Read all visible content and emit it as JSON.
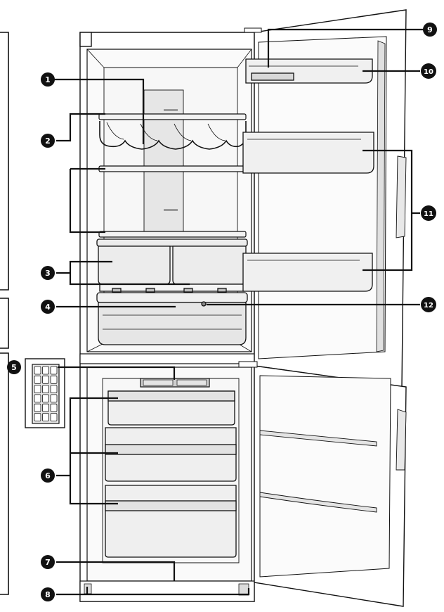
{
  "callouts": [
    {
      "id": "c1",
      "number": "1"
    },
    {
      "id": "c2",
      "number": "2"
    },
    {
      "id": "c3",
      "number": "3"
    },
    {
      "id": "c4",
      "number": "4"
    },
    {
      "id": "c5",
      "number": "5"
    },
    {
      "id": "c6",
      "number": "6"
    },
    {
      "id": "c7",
      "number": "7"
    },
    {
      "id": "c8",
      "number": "8"
    },
    {
      "id": "c9",
      "number": "9"
    },
    {
      "id": "c10",
      "number": "10"
    },
    {
      "id": "c11",
      "number": "11"
    },
    {
      "id": "c12",
      "number": "12"
    }
  ],
  "colors": {
    "line": "#111111",
    "fill_shelf": "#f2f2f2",
    "fill_bin": "#e8e8e8",
    "shade": "#d4d4d4"
  }
}
